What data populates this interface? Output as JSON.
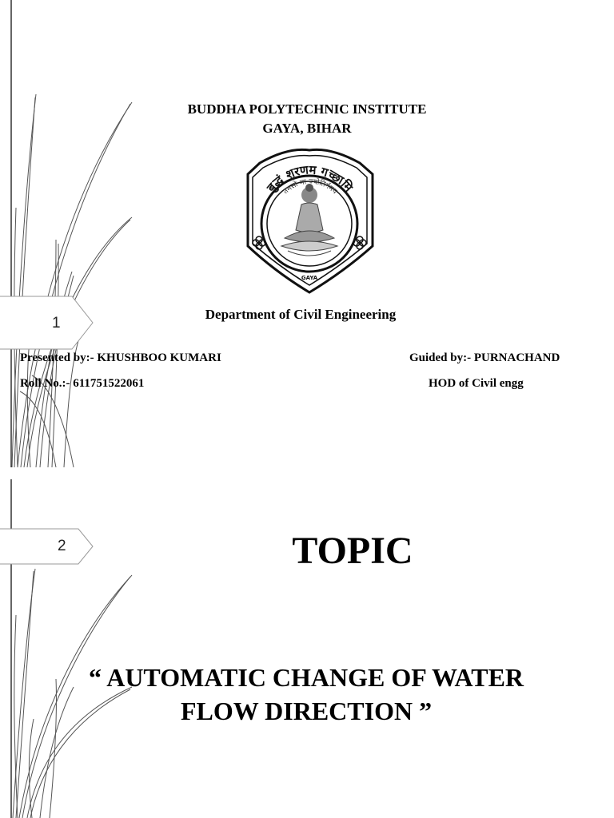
{
  "slides": [
    {
      "number": "1",
      "institute": "BUDDHA POLYTECHNIC INSTITUTE",
      "location": "GAYA, BIHAR",
      "logo": {
        "motto_top": "बुद्धं शरणम गच्छामि",
        "motto_inner": "तमसो मा ज्योतिर्गमय",
        "emblem_text": "GAYA",
        "icon": "buddha-seal-icon"
      },
      "department": "Department of Civil Engineering",
      "presented_by": "Presented by:- KHUSHBOO KUMARI",
      "roll_no": "Roll  No.:-  611751522061",
      "guided_by": "Guided by:-  PURNACHAND",
      "guide_title": "HOD of Civil engg"
    },
    {
      "number": "2",
      "heading": "TOPIC",
      "topic_line1": "“ AUTOMATIC CHANGE OF WATER",
      "topic_line2": "FLOW DIRECTION ”"
    }
  ]
}
